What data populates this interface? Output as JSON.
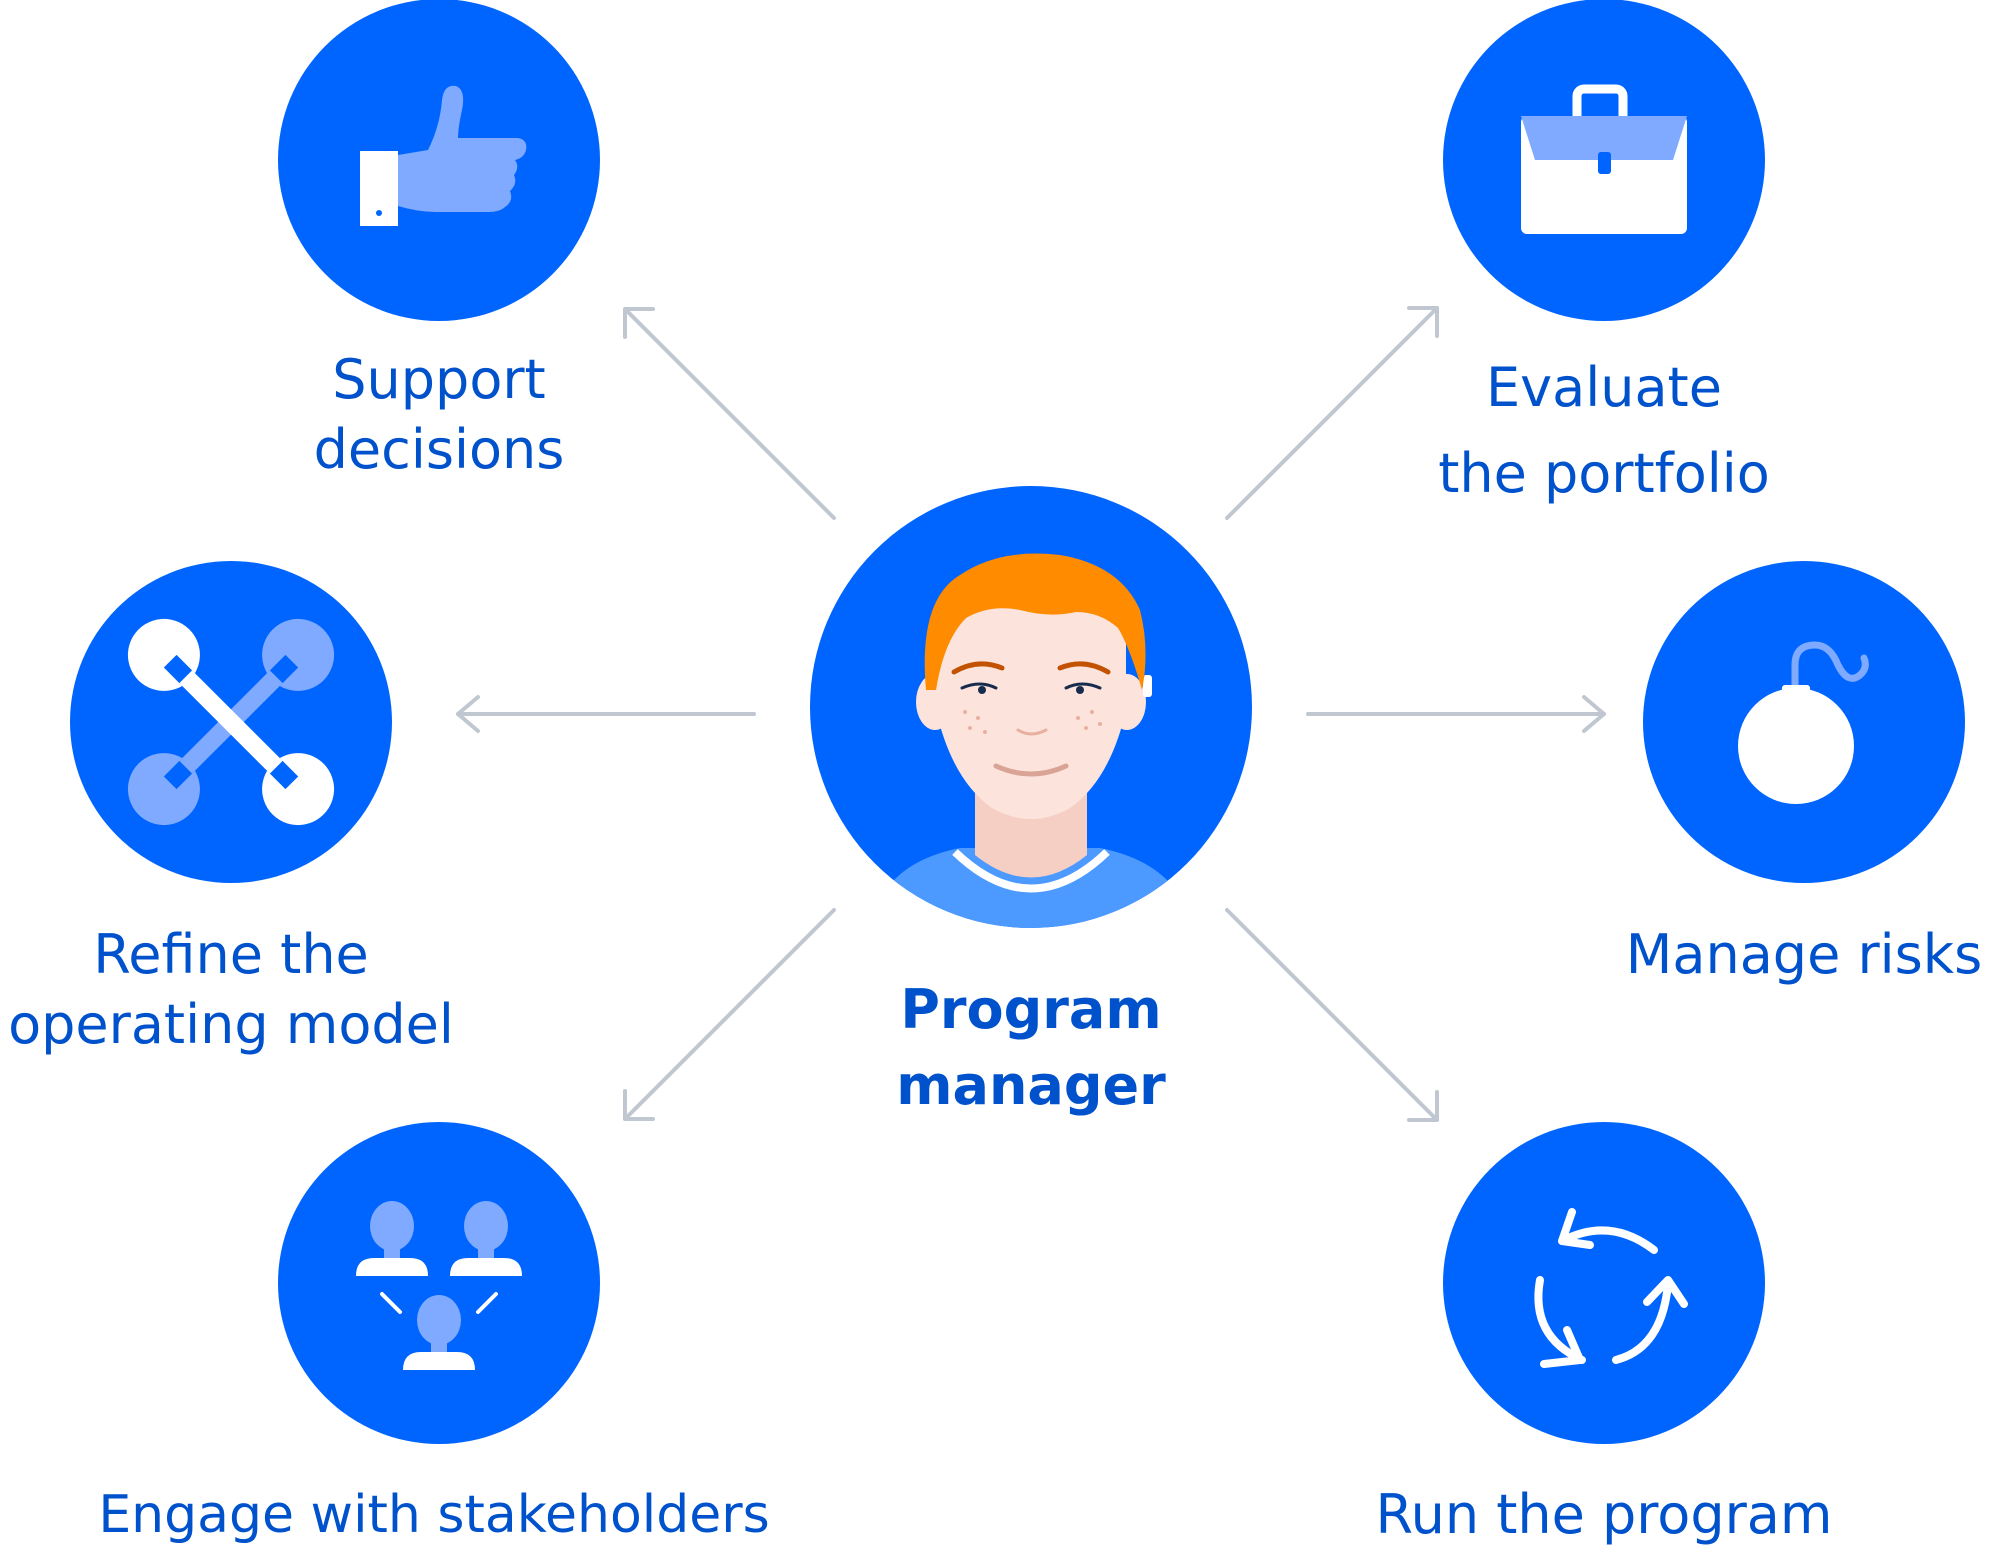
{
  "colors": {
    "circle": "#0065FF",
    "icon_light": "#7FAAFF",
    "icon_white": "#FFFFFF",
    "text": "#0052CC",
    "arrow": "#C1C7D0",
    "hair": "#FF8B00",
    "skin": "#FCE4DD",
    "shirt": "#4C9AFF"
  },
  "center": {
    "icon": "person-avatar-icon",
    "label_lines": [
      "Program",
      "manager"
    ]
  },
  "nodes": [
    {
      "id": "support-decisions",
      "icon": "thumbs-up-icon",
      "label_lines": [
        "Support",
        "decisions"
      ]
    },
    {
      "id": "evaluate-portfolio",
      "icon": "briefcase-icon",
      "label_lines": [
        "Evaluate",
        "the portfolio"
      ]
    },
    {
      "id": "refine-operating-model",
      "icon": "wrenches-icon",
      "label_lines": [
        "Refine the",
        "operating model"
      ]
    },
    {
      "id": "manage-risks",
      "icon": "bomb-icon",
      "label_lines": [
        "Manage risks"
      ]
    },
    {
      "id": "engage-stakeholders",
      "icon": "people-icon",
      "label_lines": [
        "Engage with stakeholders"
      ]
    },
    {
      "id": "run-program",
      "icon": "cycle-arrows-icon",
      "label_lines": [
        "Run the program"
      ]
    }
  ]
}
